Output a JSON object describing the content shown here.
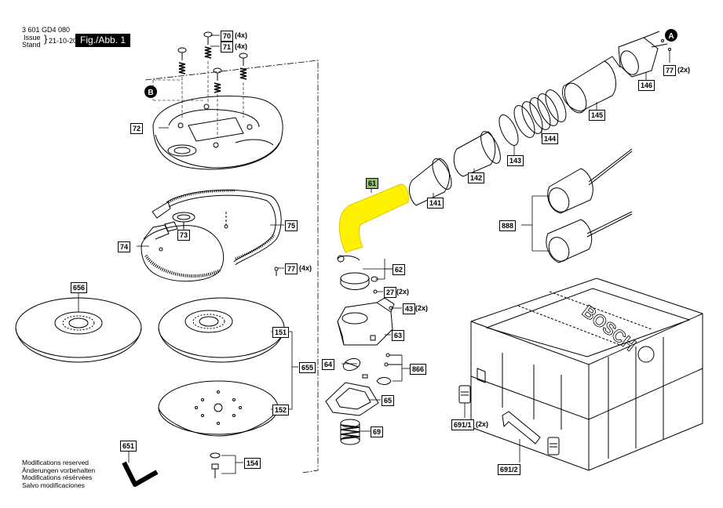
{
  "header": {
    "doc_number": "3 601 GD4 080",
    "issue_label": "Issue",
    "stand_label": "Stand",
    "issue_date": "21-10-20",
    "figure_label": "Fig./Abb. 1"
  },
  "callouts": [
    {
      "id": "A",
      "label": "A"
    },
    {
      "id": "B",
      "label": "B"
    }
  ],
  "parts": [
    {
      "key": "p70",
      "label": "70",
      "qty": "(4x)"
    },
    {
      "key": "p71",
      "label": "71",
      "qty": "(4x)"
    },
    {
      "key": "p72",
      "label": "72",
      "qty": ""
    },
    {
      "key": "p73",
      "label": "73",
      "qty": ""
    },
    {
      "key": "p74",
      "label": "74",
      "qty": ""
    },
    {
      "key": "p75",
      "label": "75",
      "qty": ""
    },
    {
      "key": "p77a",
      "label": "77",
      "qty": "(4x)"
    },
    {
      "key": "p77b",
      "label": "77",
      "qty": "(2x)"
    },
    {
      "key": "p61",
      "label": "61",
      "qty": "",
      "highlight": true
    },
    {
      "key": "p62",
      "label": "62",
      "qty": ""
    },
    {
      "key": "p27",
      "label": "27",
      "qty": "(2x)"
    },
    {
      "key": "p43",
      "label": "43",
      "qty": "(2x)"
    },
    {
      "key": "p63",
      "label": "63",
      "qty": ""
    },
    {
      "key": "p64",
      "label": "64",
      "qty": ""
    },
    {
      "key": "p65",
      "label": "65",
      "qty": ""
    },
    {
      "key": "p69",
      "label": "69",
      "qty": ""
    },
    {
      "key": "p866",
      "label": "866",
      "qty": ""
    },
    {
      "key": "p141",
      "label": "141",
      "qty": ""
    },
    {
      "key": "p142",
      "label": "142",
      "qty": ""
    },
    {
      "key": "p143",
      "label": "143",
      "qty": ""
    },
    {
      "key": "p144",
      "label": "144",
      "qty": ""
    },
    {
      "key": "p145",
      "label": "145",
      "qty": ""
    },
    {
      "key": "p146",
      "label": "146",
      "qty": ""
    },
    {
      "key": "p888",
      "label": "888",
      "qty": ""
    },
    {
      "key": "p656",
      "label": "656",
      "qty": ""
    },
    {
      "key": "p151",
      "label": "151",
      "qty": ""
    },
    {
      "key": "p152",
      "label": "152",
      "qty": ""
    },
    {
      "key": "p655",
      "label": "655",
      "qty": ""
    },
    {
      "key": "p651",
      "label": "651",
      "qty": ""
    },
    {
      "key": "p154",
      "label": "154",
      "qty": ""
    },
    {
      "key": "p6911",
      "label": "691/1",
      "qty": "(2x)"
    },
    {
      "key": "p6912",
      "label": "691/2",
      "qty": ""
    }
  ],
  "case_brand": "BOSCH",
  "notes": [
    "Modifications reserved",
    "Änderungen vorbehalten",
    "Modifications résérvées",
    "Salvo modificaciones"
  ],
  "colors": {
    "highlight_fill": "#fff200",
    "highlight_label": "#8fc26b",
    "line": "#000000"
  }
}
